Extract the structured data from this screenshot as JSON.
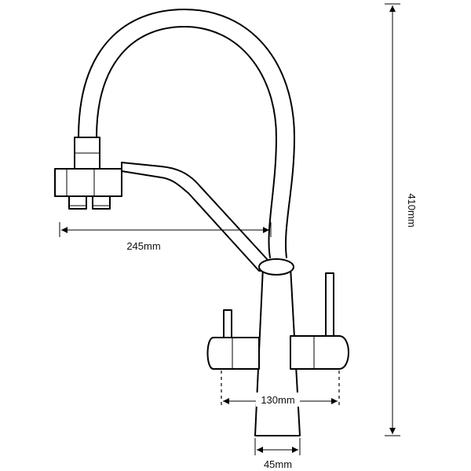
{
  "dimensions": {
    "reach": "245mm",
    "height": "410mm",
    "handle_spread": "130mm",
    "base_width": "45mm"
  },
  "colors": {
    "line": "#000000",
    "background": "#ffffff"
  }
}
